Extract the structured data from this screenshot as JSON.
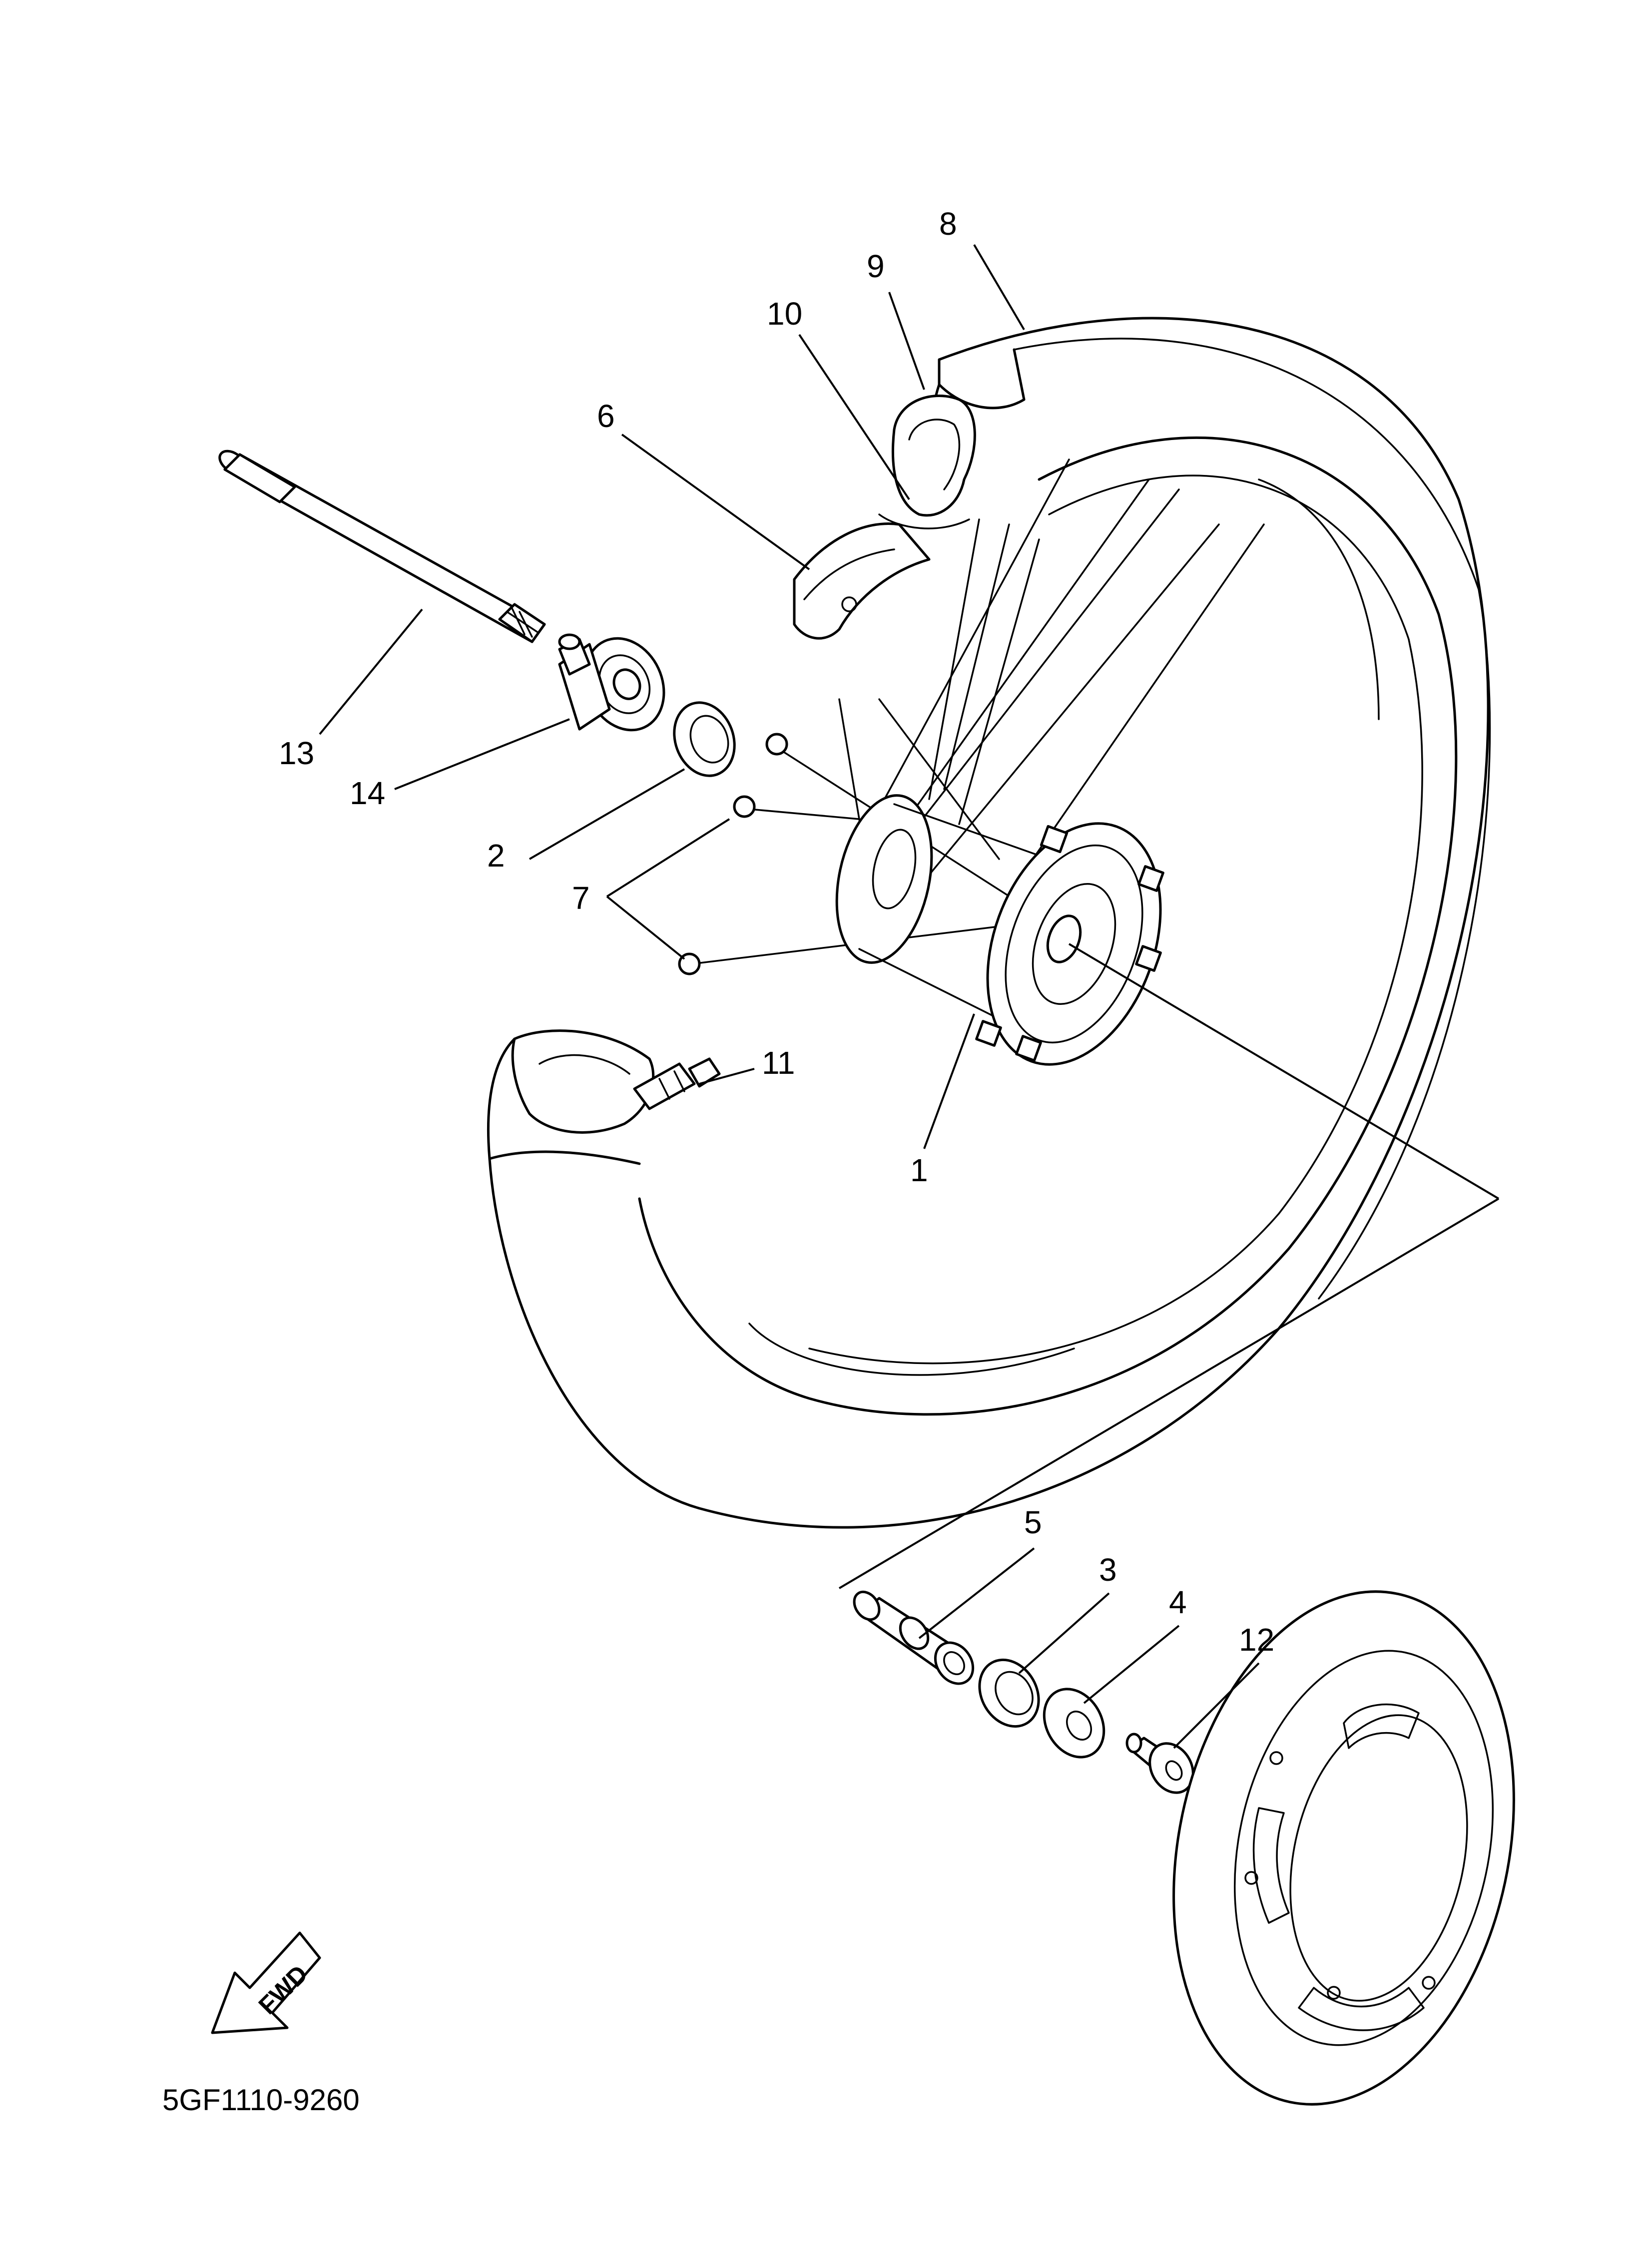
{
  "diagram": {
    "part_code": "5GF1110-9260",
    "direction_label": "FWD",
    "callouts": [
      "1",
      "2",
      "3",
      "4",
      "5",
      "6",
      "7",
      "8",
      "9",
      "10",
      "11",
      "12",
      "13",
      "14"
    ]
  },
  "icons": {
    "direction": "fwd-arrow-icon"
  },
  "colors": {
    "line": "#000000",
    "background": "#ffffff"
  }
}
